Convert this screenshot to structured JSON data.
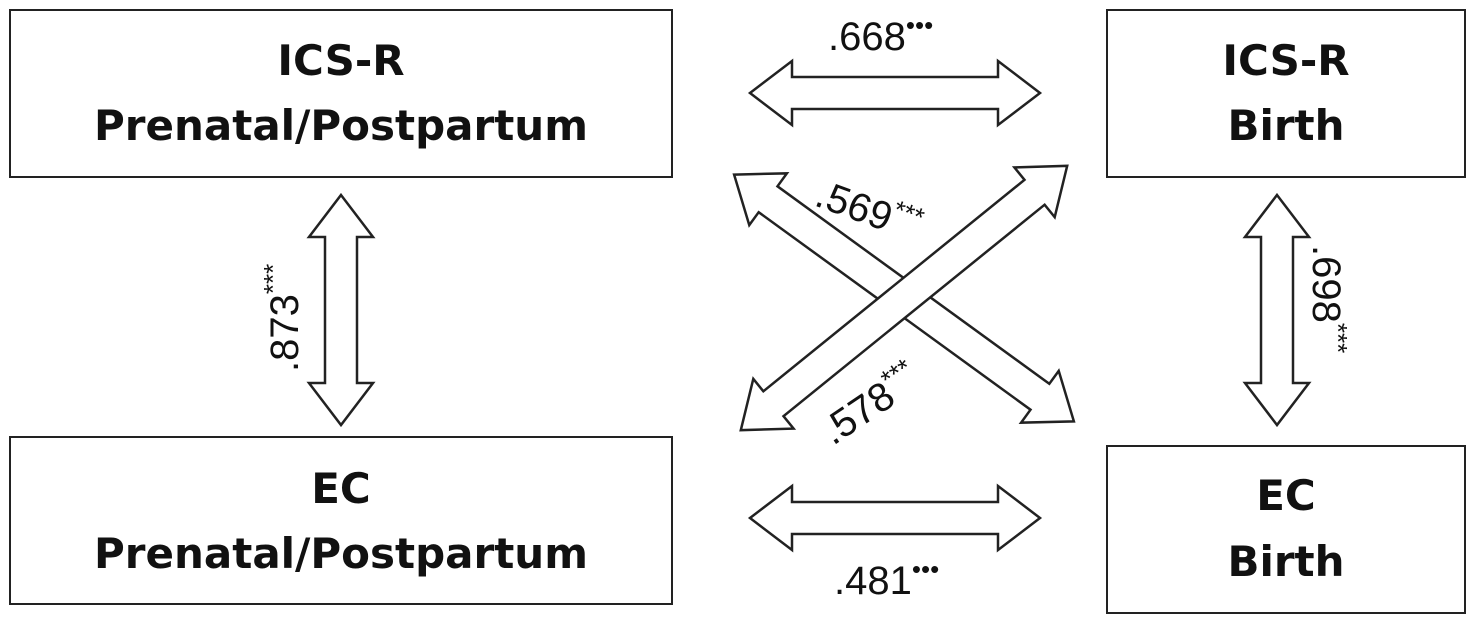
{
  "boxes": {
    "icsr_prenatal": {
      "line1": "ICS-R",
      "line2": "Prenatal/Postpartum"
    },
    "icsr_birth": {
      "line1": "ICS-R",
      "line2": "Birth"
    },
    "ec_prenatal": {
      "line1": "EC",
      "line2": "Prenatal/Postpartum"
    },
    "ec_birth": {
      "line1": "EC",
      "line2": "Birth"
    }
  },
  "correlations": {
    "icsr_prenatal_icsr_birth": {
      "value": ".668",
      "sig": "•••"
    },
    "ec_prenatal_ec_birth": {
      "value": ".481",
      "sig": "•••"
    },
    "icsr_prenatal_ec_prenatal": {
      "value": ".873",
      "sig": "***"
    },
    "icsr_birth_ec_birth": {
      "value": ".698",
      "sig": "***"
    },
    "icsr_prenatal_ec_birth": {
      "value": ".569",
      "sig": "***"
    },
    "ec_prenatal_icsr_birth": {
      "value": ".578",
      "sig": "***"
    }
  }
}
